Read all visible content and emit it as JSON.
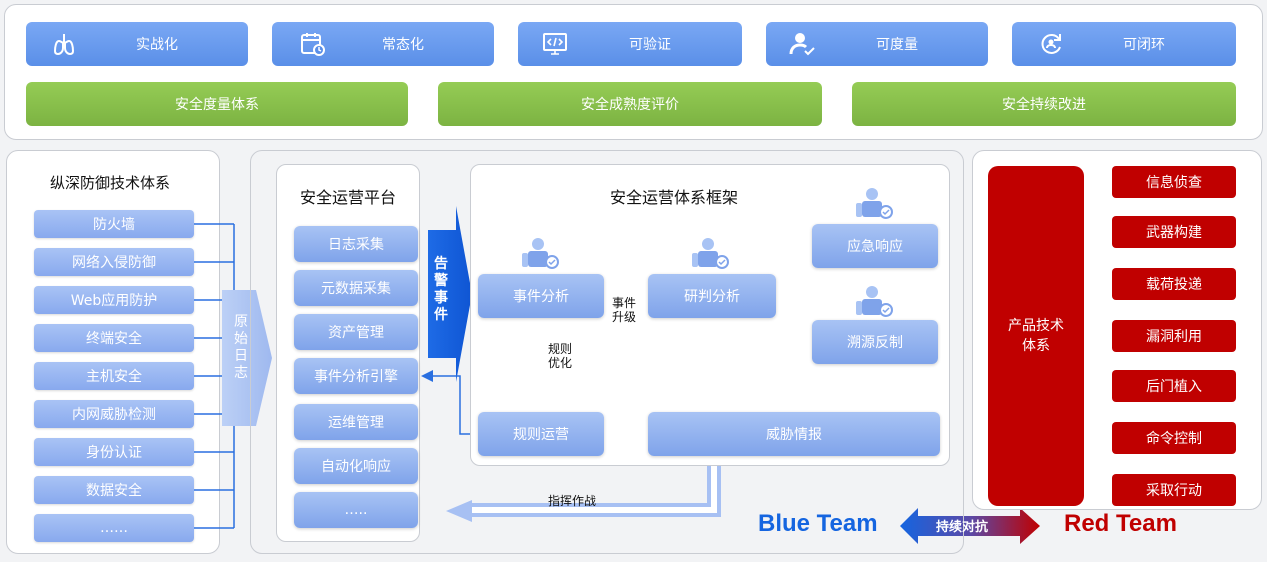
{
  "top": {
    "features": [
      {
        "label": "实战化",
        "icon": "lungs-icon"
      },
      {
        "label": "常态化",
        "icon": "calendar-icon"
      },
      {
        "label": "可验证",
        "icon": "code-screen-icon"
      },
      {
        "label": "可度量",
        "icon": "user-check-icon"
      },
      {
        "label": "可闭环",
        "icon": "refresh-user-icon"
      }
    ],
    "pillars": [
      "安全度量体系",
      "安全成熟度评价",
      "安全持续改进"
    ]
  },
  "defense": {
    "title": "纵深防御技术体系",
    "items": [
      "防火墙",
      "网络入侵防御",
      "Web应用防护",
      "终端安全",
      "主机安全",
      "内网威胁检测",
      "身份认证",
      "数据安全",
      "……"
    ],
    "raw_log": "原始日志"
  },
  "platform": {
    "title": "安全运营平台",
    "items": [
      "日志采集",
      "元数据采集",
      "资产管理",
      "事件分析引擎",
      "运维管理",
      "自动化响应",
      "….."
    ],
    "alert": "告警事件"
  },
  "framework": {
    "title": "安全运营体系框架",
    "event_analysis": "事件分析",
    "escalation": "事件升级",
    "judgement": "研判分析",
    "emergency": "应急响应",
    "traceback": "溯源反制",
    "rule_opt": "规则优化",
    "rule_ops": "规则运营",
    "threat_intel": "威胁情报",
    "command": "指挥作战"
  },
  "teams": {
    "blue": "Blue Team",
    "versus": "持续对抗",
    "red": "Red Team"
  },
  "red": {
    "product": "产品技术体系",
    "items": [
      "信息侦查",
      "武器构建",
      "载荷投递",
      "漏洞利用",
      "后门植入",
      "命令控制",
      "采取行动"
    ]
  },
  "colors": {
    "blue": "#1565e0",
    "red": "#c00000",
    "green": "#8bc34a"
  }
}
